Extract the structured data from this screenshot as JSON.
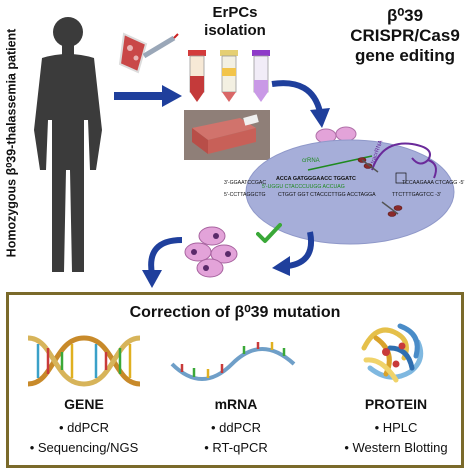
{
  "patient_label": "Homozygous β⁰39-thalassemia patient",
  "isolation_title": [
    "ErPCs",
    "isolation"
  ],
  "editing_title": [
    "β⁰39",
    "CRISPR/Cas9",
    "gene editing"
  ],
  "crispr": {
    "tracr_label": "tracrRNA",
    "crrna_label": "crRNA",
    "top_strand_left": "3'-GGAATCCGAC",
    "top_strand_mid": "ACCA GATGGGAACC TGGATC",
    "top_strand_right": "TCCAAGAAA CTCAGG -5'",
    "guide_seq": "5'-UGGU CTACCCUUGG ACCUAG",
    "bottom_strand_left": "5'-CCTTAGGCTG",
    "bottom_strand_mid": "CTGGT GGT CTACCCTTGG ACCTAGGA",
    "bottom_strand_right": "TTCTTTGAGTCC -3'"
  },
  "correction": {
    "title": "Correction of β⁰39 mutation",
    "columns": [
      {
        "heading": "GENE",
        "items": [
          "• ddPCR",
          "• Sequencing/NGS"
        ]
      },
      {
        "heading": "mRNA",
        "items": [
          "• ddPCR",
          "• RT-qPCR"
        ]
      },
      {
        "heading": "PROTEIN",
        "items": [
          "• HPLC",
          "• Western Blotting"
        ]
      }
    ]
  },
  "colors": {
    "arrow_blue": "#1f3f9c",
    "box_border": "#7a6a2a",
    "ellipse_fill": "#a6aed9",
    "cell_pink": "#e3a3d9",
    "check_green": "#3aa838",
    "silhouette": "#3b3b3b"
  }
}
